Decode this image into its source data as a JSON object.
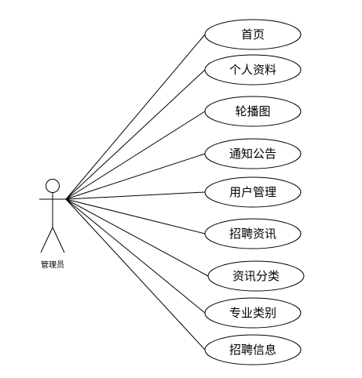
{
  "actor": {
    "label": "管理员"
  },
  "use_cases": [
    {
      "id": "home",
      "label": "首页"
    },
    {
      "id": "profile",
      "label": "个人资料"
    },
    {
      "id": "carousel",
      "label": "轮播图"
    },
    {
      "id": "notice",
      "label": "通知公告"
    },
    {
      "id": "user-management",
      "label": "用户管理"
    },
    {
      "id": "recruitment-news",
      "label": "招聘资讯"
    },
    {
      "id": "news-category",
      "label": "资讯分类"
    },
    {
      "id": "major-category",
      "label": "专业类别"
    },
    {
      "id": "recruitment-info",
      "label": "招聘信息"
    }
  ],
  "colors": {
    "stroke": "#000000",
    "fill": "#ffffff",
    "text": "#000000"
  }
}
